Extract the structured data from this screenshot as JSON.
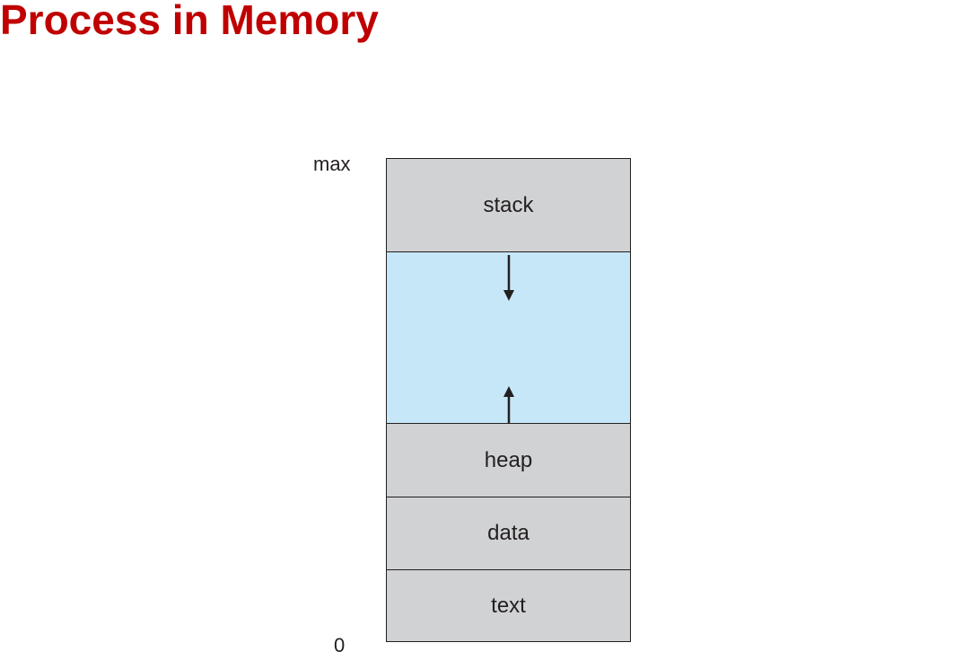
{
  "title": "Process in Memory",
  "colors": {
    "title": "#c00000",
    "segment_fill": "#d1d2d4",
    "free_fill": "#c6e7f8",
    "outline": "#231f20"
  },
  "axis": {
    "top_label": "max",
    "bottom_label": "0"
  },
  "segments": [
    {
      "label": "stack",
      "kind": "stack"
    },
    {
      "label": "",
      "kind": "free",
      "arrows": [
        "down-arrow",
        "up-arrow"
      ]
    },
    {
      "label": "heap",
      "kind": "heap"
    },
    {
      "label": "data",
      "kind": "data"
    },
    {
      "label": "text",
      "kind": "text"
    }
  ]
}
